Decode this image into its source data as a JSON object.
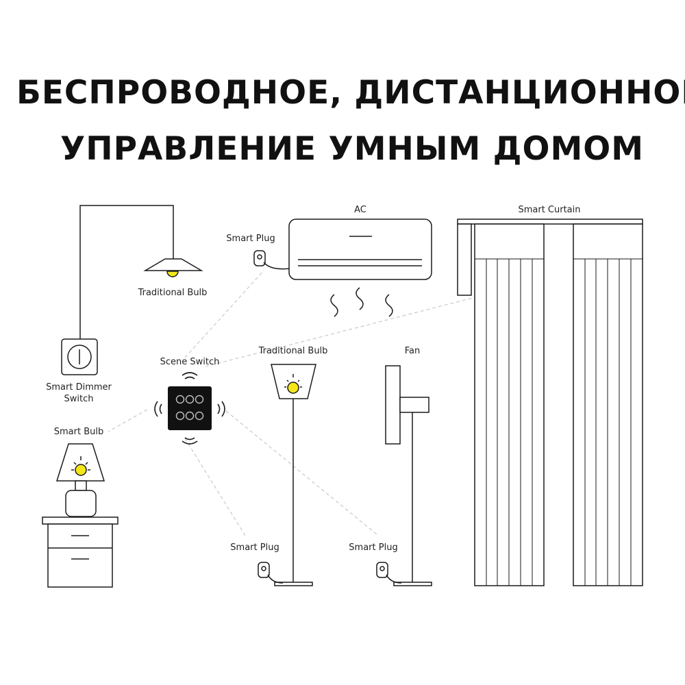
{
  "headline": {
    "line1": "БЕСПРОВОДНОЕ, ДИСТАНЦИОННОЕ",
    "line2": "УПРАВЛЕНИЕ  УМНЫМ ДОМОМ"
  },
  "devices": {
    "traditional_bulb_ceiling": "Traditional Bulb",
    "smart_dimmer_switch_line1": "Smart Dimmer",
    "smart_dimmer_switch_line2": "Switch",
    "smart_bulb": "Smart Bulb",
    "scene_switch": "Scene Switch",
    "smart_plug_ac": "Smart Plug",
    "ac": "AC",
    "smart_curtain": "Smart Curtain",
    "traditional_bulb_floor": "Traditional Bulb",
    "fan": "Fan",
    "smart_plug_floor_lamp": "Smart Plug",
    "smart_plug_fan": "Smart Plug"
  },
  "colors": {
    "bulb_yellow": "#f5e61a",
    "line": "#1a1a1a",
    "dashed": "#c8c8c8",
    "panel": "#111111"
  }
}
